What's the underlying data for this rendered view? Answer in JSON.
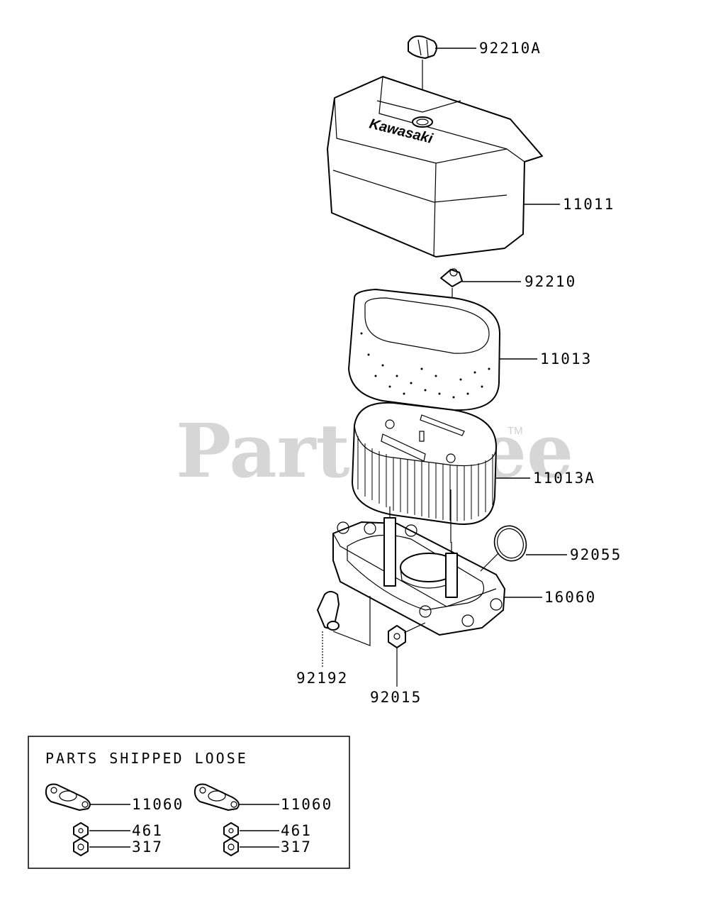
{
  "watermark": {
    "text": "PartsTree",
    "tm": "TM"
  },
  "brand_text": "Kawasaki",
  "callouts": {
    "p92210a": "92210A",
    "p11011": "11011",
    "p92210": "92210",
    "p11013": "11013",
    "p11013a": "11013A",
    "p92055": "92055",
    "p16060": "16060",
    "p92192": "92192",
    "p92015": "92015"
  },
  "loose_box": {
    "title": "PARTS SHIPPED LOOSE",
    "left": {
      "gasket": "11060",
      "washer": "461",
      "nut": "317"
    },
    "right": {
      "gasket": "11060",
      "washer": "461",
      "nut": "317"
    }
  }
}
